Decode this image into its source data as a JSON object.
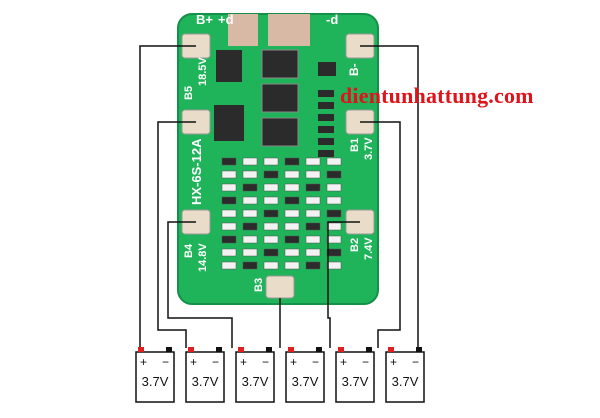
{
  "diagram": {
    "board": {
      "model": "HX-6S-12A",
      "pads": {
        "b_plus": "B+",
        "b_minus": "B-",
        "minus_d": "-d",
        "plus_d": "+d"
      },
      "labels": {
        "b5": "B5",
        "b5_voltage": "18.5V",
        "b4": "B4",
        "b4_voltage": "14.8V",
        "b3": "B3",
        "b2": "B2",
        "b2_voltage": "7.4V",
        "b1": "B1",
        "b1_voltage": "3.7V"
      }
    },
    "watermark": "dientunhattung.com",
    "cells": [
      {
        "voltage": "3.7V",
        "plus": "+",
        "minus": "−"
      },
      {
        "voltage": "3.7V",
        "plus": "+",
        "minus": "−"
      },
      {
        "voltage": "3.7V",
        "plus": "+",
        "minus": "−"
      },
      {
        "voltage": "3.7V",
        "plus": "+",
        "minus": "−"
      },
      {
        "voltage": "3.7V",
        "plus": "+",
        "minus": "−"
      },
      {
        "voltage": "3.7V",
        "plus": "+",
        "minus": "−"
      }
    ],
    "colors": {
      "pcb_green": "#1fb35a",
      "pcb_dark": "#14924a",
      "watermark": "#e0131a",
      "wire": "#111111",
      "positive_terminal": "#e02020"
    }
  }
}
